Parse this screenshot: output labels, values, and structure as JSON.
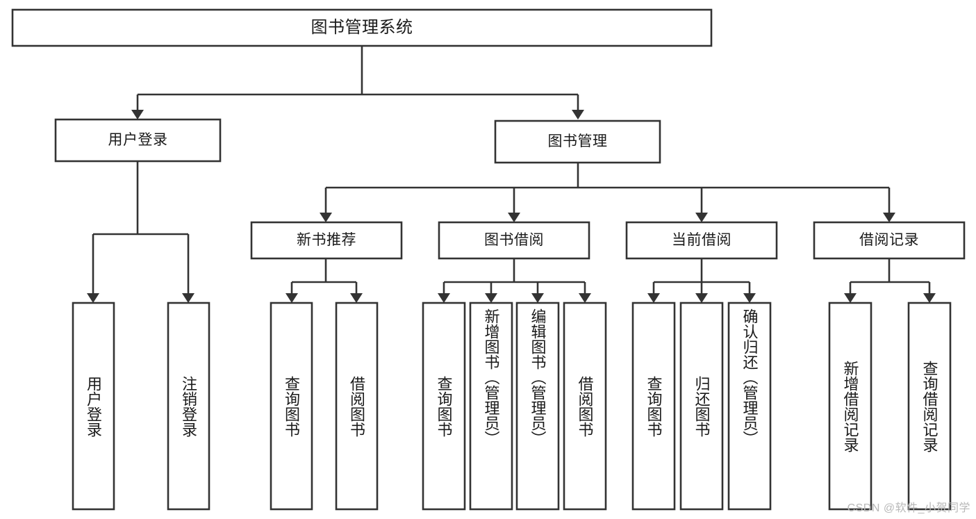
{
  "diagram": {
    "type": "tree-hierarchy",
    "title": "图书管理系统",
    "orientation": "top-down",
    "root": {
      "id": "root",
      "label": "图书管理系统",
      "shape": "rectangle",
      "text_orientation": "horizontal"
    },
    "level2": [
      {
        "id": "user-login",
        "label": "用户登录",
        "shape": "rectangle",
        "text_orientation": "horizontal"
      },
      {
        "id": "book-management",
        "label": "图书管理",
        "shape": "rectangle",
        "text_orientation": "horizontal"
      }
    ],
    "level3": [
      {
        "id": "new-book-recommend",
        "label": "新书推荐",
        "parent": "book-management",
        "shape": "rectangle",
        "text_orientation": "horizontal"
      },
      {
        "id": "book-borrow",
        "label": "图书借阅",
        "parent": "book-management",
        "shape": "rectangle",
        "text_orientation": "horizontal"
      },
      {
        "id": "current-borrow",
        "label": "当前借阅",
        "parent": "book-management",
        "shape": "rectangle",
        "text_orientation": "horizontal"
      },
      {
        "id": "borrow-records",
        "label": "借阅记录",
        "parent": "book-management",
        "shape": "rectangle",
        "text_orientation": "horizontal"
      }
    ],
    "leaves": [
      {
        "id": "leaf-user-login",
        "parent": "user-login",
        "label": "用户登录",
        "text_orientation": "vertical"
      },
      {
        "id": "leaf-user-logout",
        "parent": "user-login",
        "label": "注销登录",
        "text_orientation": "vertical"
      },
      {
        "id": "leaf-query-book-1",
        "parent": "new-book-recommend",
        "label": "查询图书",
        "text_orientation": "vertical"
      },
      {
        "id": "leaf-borrow-book-1",
        "parent": "new-book-recommend",
        "label": "借阅图书",
        "text_orientation": "vertical"
      },
      {
        "id": "leaf-query-book-2",
        "parent": "book-borrow",
        "label": "查询图书",
        "text_orientation": "vertical"
      },
      {
        "id": "leaf-add-book",
        "parent": "book-borrow",
        "label": "新增图书（管理员）",
        "text_orientation": "vertical"
      },
      {
        "id": "leaf-edit-book",
        "parent": "book-borrow",
        "label": "编辑图书（管理员）",
        "text_orientation": "vertical"
      },
      {
        "id": "leaf-borrow-book-2",
        "parent": "book-borrow",
        "label": "借阅图书",
        "text_orientation": "vertical"
      },
      {
        "id": "leaf-query-book-3",
        "parent": "current-borrow",
        "label": "查询图书",
        "text_orientation": "vertical"
      },
      {
        "id": "leaf-return-book",
        "parent": "current-borrow",
        "label": "归还图书",
        "text_orientation": "vertical"
      },
      {
        "id": "leaf-confirm-return",
        "parent": "current-borrow",
        "label": "确认归还（管理员）",
        "text_orientation": "vertical"
      },
      {
        "id": "leaf-add-record",
        "parent": "borrow-records",
        "label": "新增借阅记录",
        "text_orientation": "vertical"
      },
      {
        "id": "leaf-query-record",
        "parent": "borrow-records",
        "label": "查询借阅记录",
        "text_orientation": "vertical"
      }
    ],
    "colors": {
      "box_fill": "#ffffff",
      "box_stroke": "#333333",
      "text": "#1a1a1a",
      "background": "#ffffff",
      "watermark": "#b8b8b8"
    }
  },
  "watermark": {
    "text": "CSDN @软件_小贺同学"
  }
}
